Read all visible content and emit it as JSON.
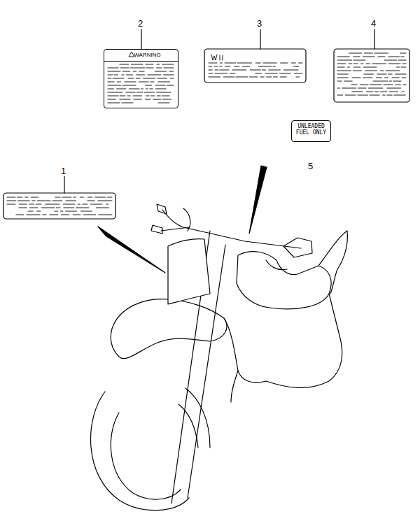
{
  "diagram": {
    "nodes": [
      {
        "text": [
          "WARNING"
        ]
      },
      {
        "text": [
          "UNLEADED FUEL ONLY"
        ]
      }
    ],
    "labels": [
      "1",
      "2",
      "3",
      "4",
      "5"
    ]
  }
}
